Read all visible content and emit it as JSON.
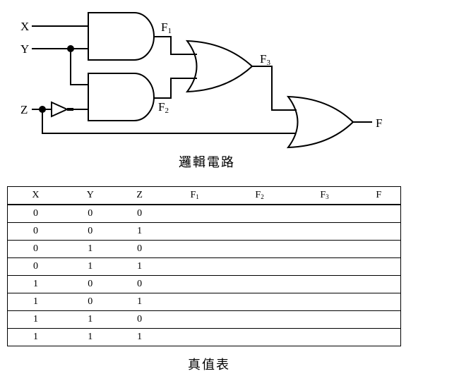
{
  "circuit": {
    "inputs": {
      "x": "X",
      "y": "Y",
      "z": "Z"
    },
    "outputs": {
      "f1": "F",
      "f1_sub": "1",
      "f2": "F",
      "f2_sub": "2",
      "f3": "F",
      "f3_sub": "3",
      "f": "F"
    },
    "caption": "邏輯電路"
  },
  "truth_table": {
    "headers": [
      {
        "main": "X",
        "sub": ""
      },
      {
        "main": "Y",
        "sub": ""
      },
      {
        "main": "Z",
        "sub": ""
      },
      {
        "main": "F",
        "sub": "1"
      },
      {
        "main": "F",
        "sub": "2"
      },
      {
        "main": "F",
        "sub": "3"
      },
      {
        "main": "F",
        "sub": ""
      }
    ],
    "rows": [
      [
        "0",
        "0",
        "0",
        "",
        "",
        "",
        ""
      ],
      [
        "0",
        "0",
        "1",
        "",
        "",
        "",
        ""
      ],
      [
        "0",
        "1",
        "0",
        "",
        "",
        "",
        ""
      ],
      [
        "0",
        "1",
        "1",
        "",
        "",
        "",
        ""
      ],
      [
        "1",
        "0",
        "0",
        "",
        "",
        "",
        ""
      ],
      [
        "1",
        "0",
        "1",
        "",
        "",
        "",
        ""
      ],
      [
        "1",
        "1",
        "0",
        "",
        "",
        "",
        ""
      ],
      [
        "1",
        "1",
        "1",
        "",
        "",
        "",
        ""
      ]
    ],
    "caption": "真值表"
  }
}
